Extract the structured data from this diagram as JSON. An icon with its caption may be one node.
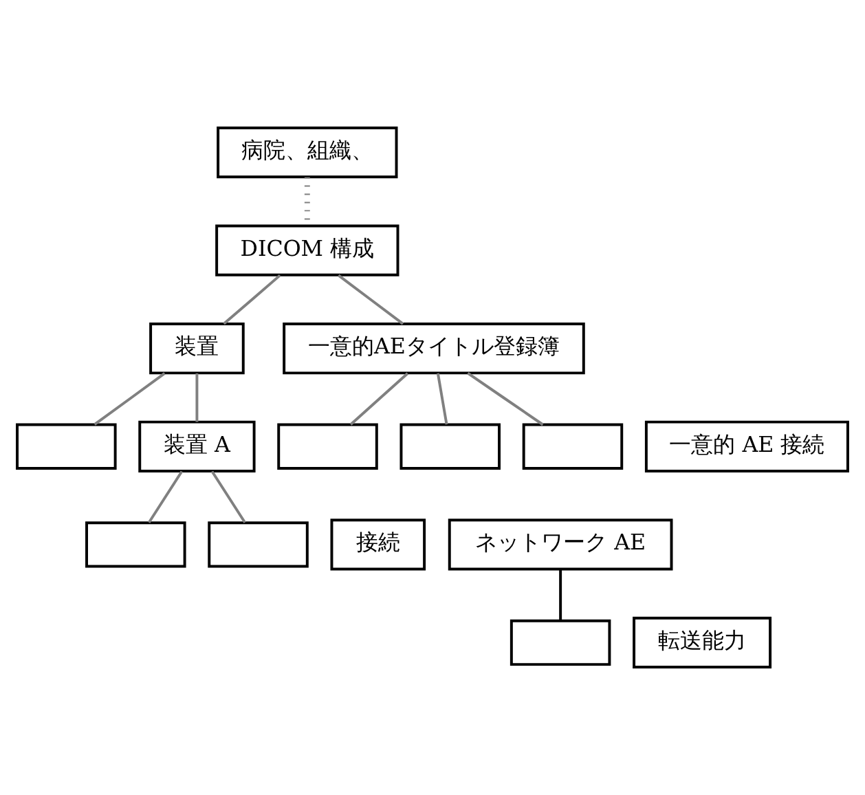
{
  "diagram": {
    "nodes": [
      {
        "text": [
          "病院、組織、"
        ]
      },
      {
        "text": [
          "DICOM 構成"
        ]
      },
      {
        "text": [
          "装置"
        ]
      },
      {
        "text": [
          "一意的AEタイトル登録簿"
        ]
      },
      {
        "text": [],
        "shape": "box"
      },
      {
        "text": [
          "装置 A"
        ]
      },
      {
        "text": [],
        "shape": "box"
      },
      {
        "text": [],
        "shape": "box"
      },
      {
        "text": [],
        "shape": "box"
      },
      {
        "text": [
          "一意的 AE 接続"
        ]
      },
      {
        "text": [],
        "shape": "box"
      },
      {
        "text": [
          "接続"
        ]
      },
      {
        "text": [],
        "shape": "box"
      },
      {
        "text": [
          "ネットワーク AE"
        ]
      },
      {
        "text": [],
        "shape": "box"
      },
      {
        "text": [
          "転送能力"
        ]
      }
    ],
    "edges": [
      {
        "from": 0,
        "to": 1,
        "arrow": "none",
        "style": "dashed"
      },
      {
        "from": 1,
        "to": 2,
        "arrow": "none"
      },
      {
        "from": 1,
        "to": 3,
        "arrow": "none"
      },
      {
        "from": 2,
        "to": 4,
        "arrow": "none"
      },
      {
        "from": 2,
        "to": 5,
        "arrow": "none"
      },
      {
        "from": 3,
        "to": 6,
        "arrow": "none"
      },
      {
        "from": 3,
        "to": 7,
        "arrow": "none"
      },
      {
        "from": 3,
        "to": 8,
        "arrow": "none"
      },
      {
        "from": 5,
        "to": 12,
        "arrow": "none"
      },
      {
        "from": 5,
        "to": 10,
        "arrow": "none"
      },
      {
        "from": 13,
        "to": 14,
        "arrow": "none",
        "color": "#000000"
      }
    ]
  }
}
